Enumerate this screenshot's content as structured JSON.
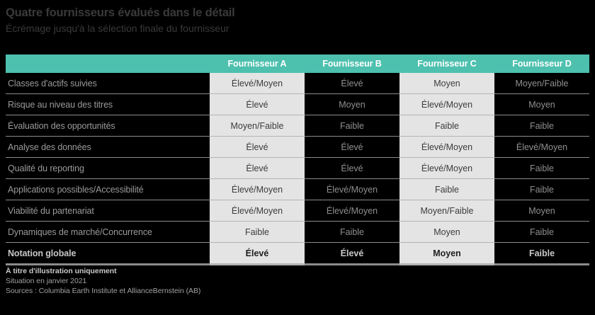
{
  "header": {
    "title": "Quatre fournisseurs évalués dans le détail",
    "subtitle": "Écrémage jusqu'à la sélection finale du fournisseur"
  },
  "chart_data": {
    "type": "table",
    "title": "Quatre fournisseurs évalués dans le détail",
    "subtitle": "Écrémage jusqu'à la sélection finale du fournisseur",
    "row_header_label": "",
    "columns": [
      "Fournisseur A",
      "Fournisseur B",
      "Fournisseur C",
      "Fournisseur D"
    ],
    "categories": [
      "Classes d'actifs suivies",
      "Risque au niveau des titres",
      "Évaluation des opportunités",
      "Analyse des données",
      "Qualité du reporting",
      "Applications possibles/Accessibilité",
      "Viabilité du partenariat",
      "Dynamiques de marché/Concurrence",
      "Notation globale"
    ],
    "rows": [
      {
        "label": "Classes d'actifs suivies",
        "total": false,
        "values": [
          "Élevé/Moyen",
          "Élevé",
          "Moyen",
          "Moyen/Faible"
        ]
      },
      {
        "label": "Risque au niveau des titres",
        "total": false,
        "values": [
          "Élevé",
          "Moyen",
          "Élevé/Moyen",
          "Moyen"
        ]
      },
      {
        "label": "Évaluation des opportunités",
        "total": false,
        "values": [
          "Moyen/Faible",
          "Faible",
          "Faible",
          "Faible"
        ]
      },
      {
        "label": "Analyse des données",
        "total": false,
        "values": [
          "Élevé",
          "Élevé",
          "Élevé/Moyen",
          "Élevé/Moyen"
        ]
      },
      {
        "label": "Qualité du reporting",
        "total": false,
        "values": [
          "Élevé",
          "Élevé",
          "Élevé/Moyen",
          "Faible"
        ]
      },
      {
        "label": "Applications possibles/Accessibilité",
        "total": false,
        "values": [
          "Élevé/Moyen",
          "Élevé/Moyen",
          "Faible",
          "Faible"
        ]
      },
      {
        "label": "Viabilité du partenariat",
        "total": false,
        "values": [
          "Élevé/Moyen",
          "Élevé/Moyen",
          "Moyen/Faible",
          "Moyen"
        ]
      },
      {
        "label": "Dynamiques de marché/Concurrence",
        "total": false,
        "values": [
          "Faible",
          "Faible",
          "Moyen",
          "Faible"
        ]
      },
      {
        "label": "Notation globale",
        "total": true,
        "values": [
          "Élevé",
          "Élevé",
          "Moyen",
          "Faible"
        ]
      }
    ],
    "colors": {
      "header_band": "#4ec0ae",
      "background": "#000000",
      "shaded_column": "#e4e4e4",
      "title_text": "#3a3a3a",
      "body_text": "#9a9a9a"
    },
    "legend": [],
    "grid": true
  },
  "footnotes": [
    "À titre d'illustration uniquement",
    "Situation en janvier 2021",
    "Sources : Columbia Earth Institute et AllianceBernstein (AB)"
  ]
}
